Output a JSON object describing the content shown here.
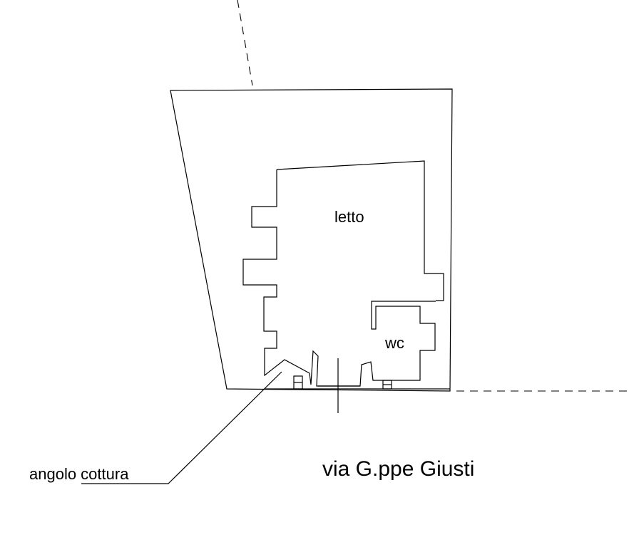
{
  "labels": {
    "room_bed": "letto",
    "room_wc": "wc",
    "kitchen_corner": "angolo cottura",
    "street": "via G.ppe Giusti"
  },
  "colors": {
    "ink": "#000000",
    "paper": "#ffffff"
  }
}
